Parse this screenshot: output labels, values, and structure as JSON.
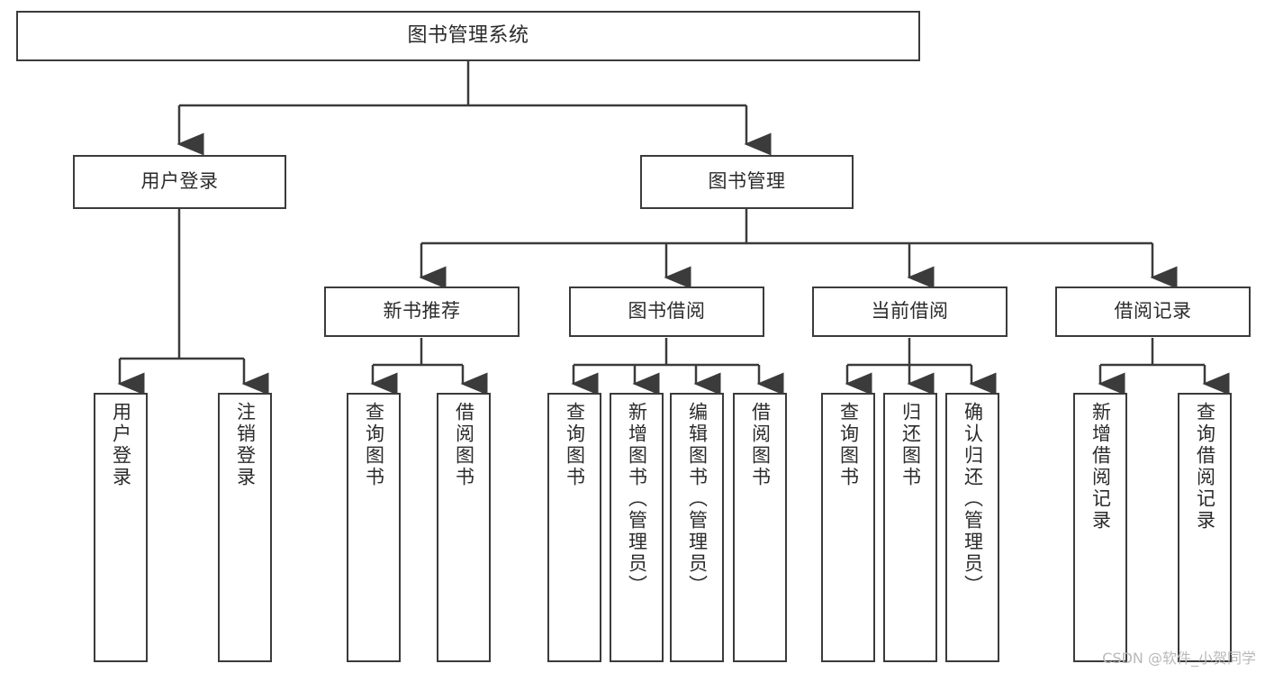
{
  "diagram": {
    "type": "tree-hierarchy-flowchart",
    "title": "图书管理系统",
    "root": {
      "id": "root",
      "label": "图书管理系统"
    },
    "level2": [
      {
        "id": "user-login",
        "label": "用户登录"
      },
      {
        "id": "book-management",
        "label": "图书管理"
      }
    ],
    "level3": [
      {
        "id": "new-book-recommend",
        "label": "新书推荐"
      },
      {
        "id": "book-borrow",
        "label": "图书借阅"
      },
      {
        "id": "current-borrow",
        "label": "当前借阅"
      },
      {
        "id": "borrow-record",
        "label": "借阅记录"
      }
    ],
    "leaves": {
      "user_login": [
        {
          "id": "leaf-user-login",
          "label": "用户登录"
        },
        {
          "id": "leaf-logout-login",
          "label": "注销登录"
        }
      ],
      "new_book_recommend": [
        {
          "id": "leaf-query-book-1",
          "label": "查询图书"
        },
        {
          "id": "leaf-borrow-book-1",
          "label": "借阅图书"
        }
      ],
      "book_borrow": [
        {
          "id": "leaf-query-book-2",
          "label": "查询图书"
        },
        {
          "id": "leaf-add-book",
          "label": "新增图书（管理员）"
        },
        {
          "id": "leaf-edit-book",
          "label": "编辑图书（管理员）"
        },
        {
          "id": "leaf-borrow-book-2",
          "label": "借阅图书"
        }
      ],
      "current_borrow": [
        {
          "id": "leaf-query-book-3",
          "label": "查询图书"
        },
        {
          "id": "leaf-return-book",
          "label": "归还图书"
        },
        {
          "id": "leaf-confirm-return",
          "label": "确认归还（管理员）"
        }
      ],
      "borrow_record": [
        {
          "id": "leaf-add-record",
          "label": "新增借阅记录"
        },
        {
          "id": "leaf-query-record",
          "label": "查询借阅记录"
        }
      ]
    }
  },
  "watermark": {
    "text": "CSDN @软件_小贺同学"
  },
  "colors": {
    "border": "#3b3b3b",
    "text": "#2b2b2b",
    "background": "#ffffff",
    "watermark": "#b9b9b9"
  }
}
